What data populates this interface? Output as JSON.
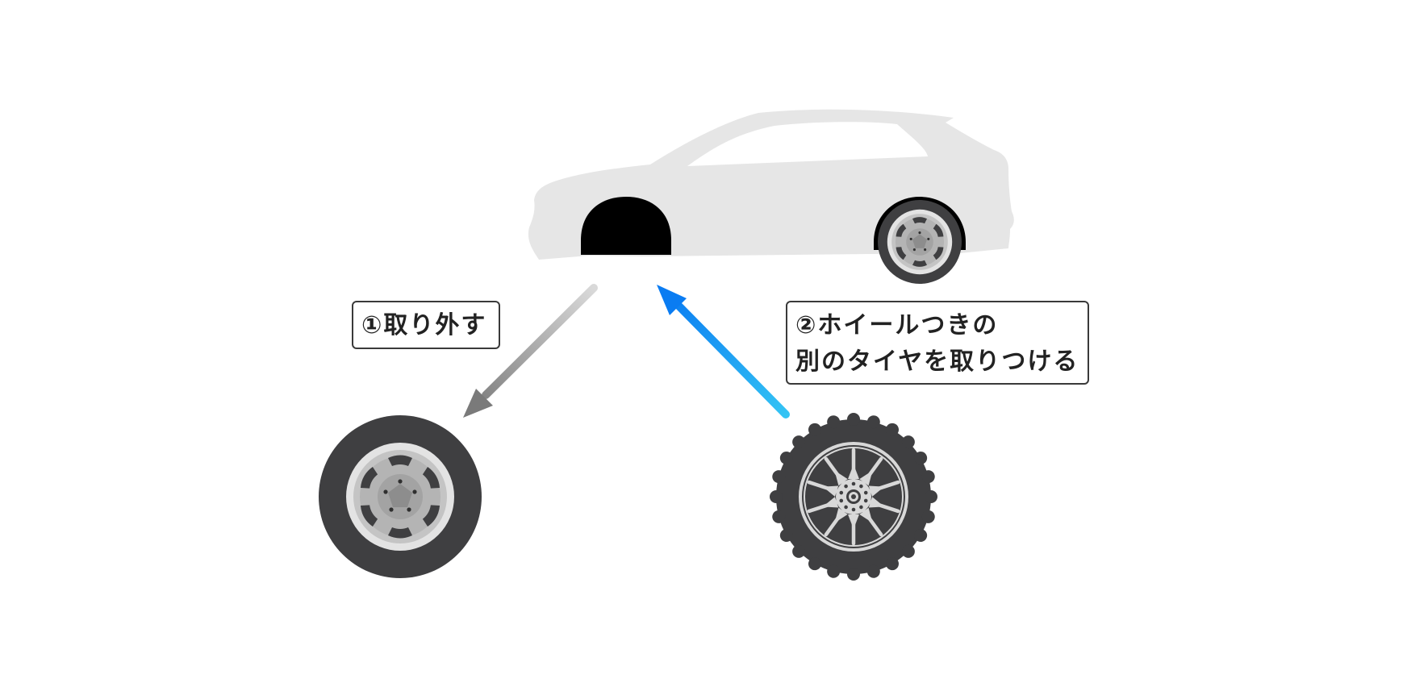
{
  "steps": {
    "remove": {
      "label": "①取り外す"
    },
    "attach": {
      "line1": "②ホイールつきの",
      "line2": "別のタイヤを取りつける"
    }
  },
  "colors": {
    "car_body": "#e6e6e6",
    "wheel_well": "#000000",
    "tire": "#3f3f41",
    "rim_light": "#d8d8d8",
    "rim_mid": "#bdbdbd",
    "hub": "#8f8f8f",
    "remove_arrow_start": "#d9d9d9",
    "remove_arrow_end": "#7a7a7a",
    "attach_arrow_start": "#0a7cf2",
    "attach_arrow_end": "#34c4f4"
  },
  "icons": {
    "car": "car-silhouette-icon",
    "old_wheel": "tire-with-steel-rim-icon",
    "new_wheel": "offroad-tire-with-alloy-rim-icon"
  }
}
